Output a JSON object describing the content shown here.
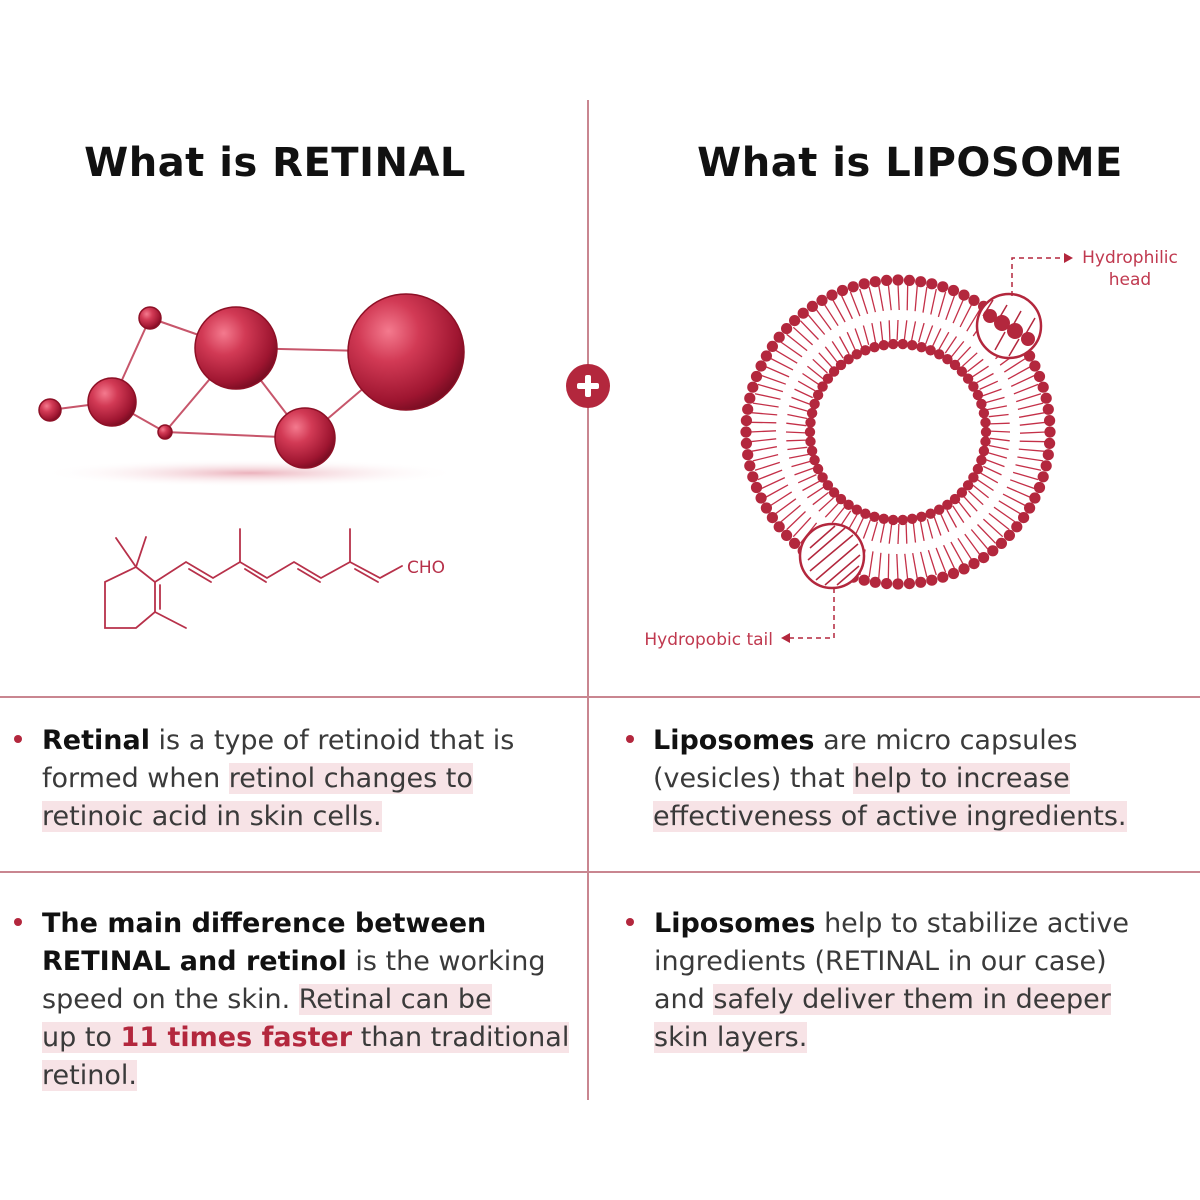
{
  "left": {
    "title": "What is RETINAL",
    "formula_label": "CHO"
  },
  "right": {
    "title": "What is LIPOSOME",
    "label_head_1": "Hydrophilic",
    "label_head_2": "head",
    "label_tail": "Hydropobic tail"
  },
  "blocks": {
    "retinal_1": {
      "l1_bold": "Retinal",
      "l1_rest": " is a type of retinoid that is",
      "l2_plain": "formed when ",
      "l2_hl": "retinol changes to",
      "l3_hl": "retinoic acid in skin cells."
    },
    "liposome_1": {
      "l1_bold": "Liposomes",
      "l1_rest": " are micro capsules",
      "l2_plain": "(vesicles) that ",
      "l2_hl": "help to increase",
      "l3_hl": "effectiveness of active ingredients."
    },
    "retinal_2": {
      "l1_bold": "The main difference between",
      "l2_bold": "RETINAL and retinol",
      "l2_rest": " is the working",
      "l3_plain": "speed  on the skin. ",
      "l3_hl": "Retinal can be",
      "l4_hl_a": "up to ",
      "l4_red": "11 times faster",
      "l4_hl_b": " than traditional",
      "l5_hl": "retinol."
    },
    "liposome_2": {
      "l1_bold": "Liposomes",
      "l1_rest": " help to stabilize active",
      "l2_plain": "ingredients (RETINAL in our case)",
      "l3_plain": "and ",
      "l3_hl": "safely deliver them in deeper",
      "l4_hl": "skin layers."
    }
  },
  "colors": {
    "accent": "#b3273d",
    "highlight": "#f7e3e6",
    "divider": "#c98690"
  },
  "icons": {
    "center": "plus-icon",
    "molecule": "molecule-illustration",
    "formula": "retinal-structural-formula",
    "liposome": "liposome-illustration"
  }
}
